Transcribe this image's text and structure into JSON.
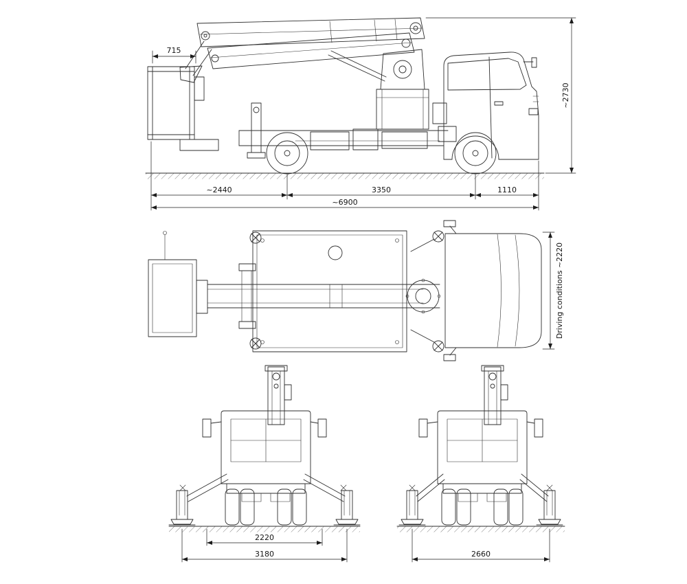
{
  "colors": {
    "background": "#ffffff",
    "line": "#2e2e2e",
    "dimension": "#1c1c1c"
  },
  "side_view": {
    "dims": {
      "basket_width": "715",
      "overall_height": "~2730",
      "rear_overhang": "~2440",
      "wheelbase": "3350",
      "front_overhang": "1110",
      "overall_length": "~6900"
    }
  },
  "plan_view": {
    "driving_conditions_label": "Driving conditions ~2220"
  },
  "rear_view_left": {
    "dims": {
      "body_width": "2220",
      "outrigger_spread": "3180"
    }
  },
  "rear_view_right": {
    "dims": {
      "outrigger_spread": "2660"
    }
  }
}
